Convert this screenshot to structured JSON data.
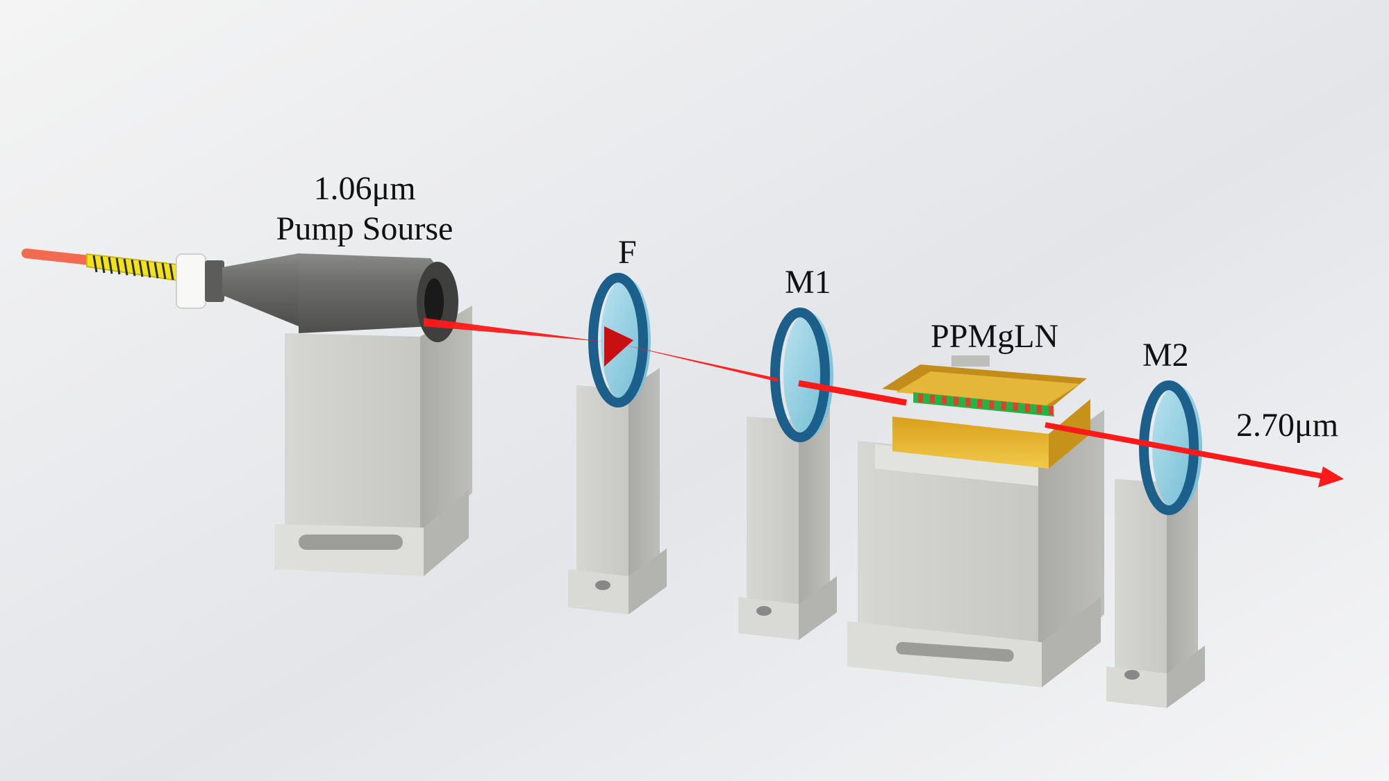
{
  "labels": {
    "pump_wavelength": "1.06μm",
    "pump_name": "Pump Sourse",
    "filter": "F",
    "mirror1": "M1",
    "crystal": "PPMgLN",
    "mirror2": "M2",
    "output_wavelength": "2.70μm"
  },
  "colors": {
    "beam": "#ff1a1a",
    "fiber_jacket": "#f2e61a",
    "pump_housing": "#6f6f6f",
    "mount": "#cfcfcb",
    "lens_edge": "#1c5f8a",
    "lens_face": "#8ecfe2",
    "crystal_oven": "#e6b422",
    "crystal_grating": "#2db84a"
  },
  "crystal": {
    "grating_period_count": 12
  }
}
